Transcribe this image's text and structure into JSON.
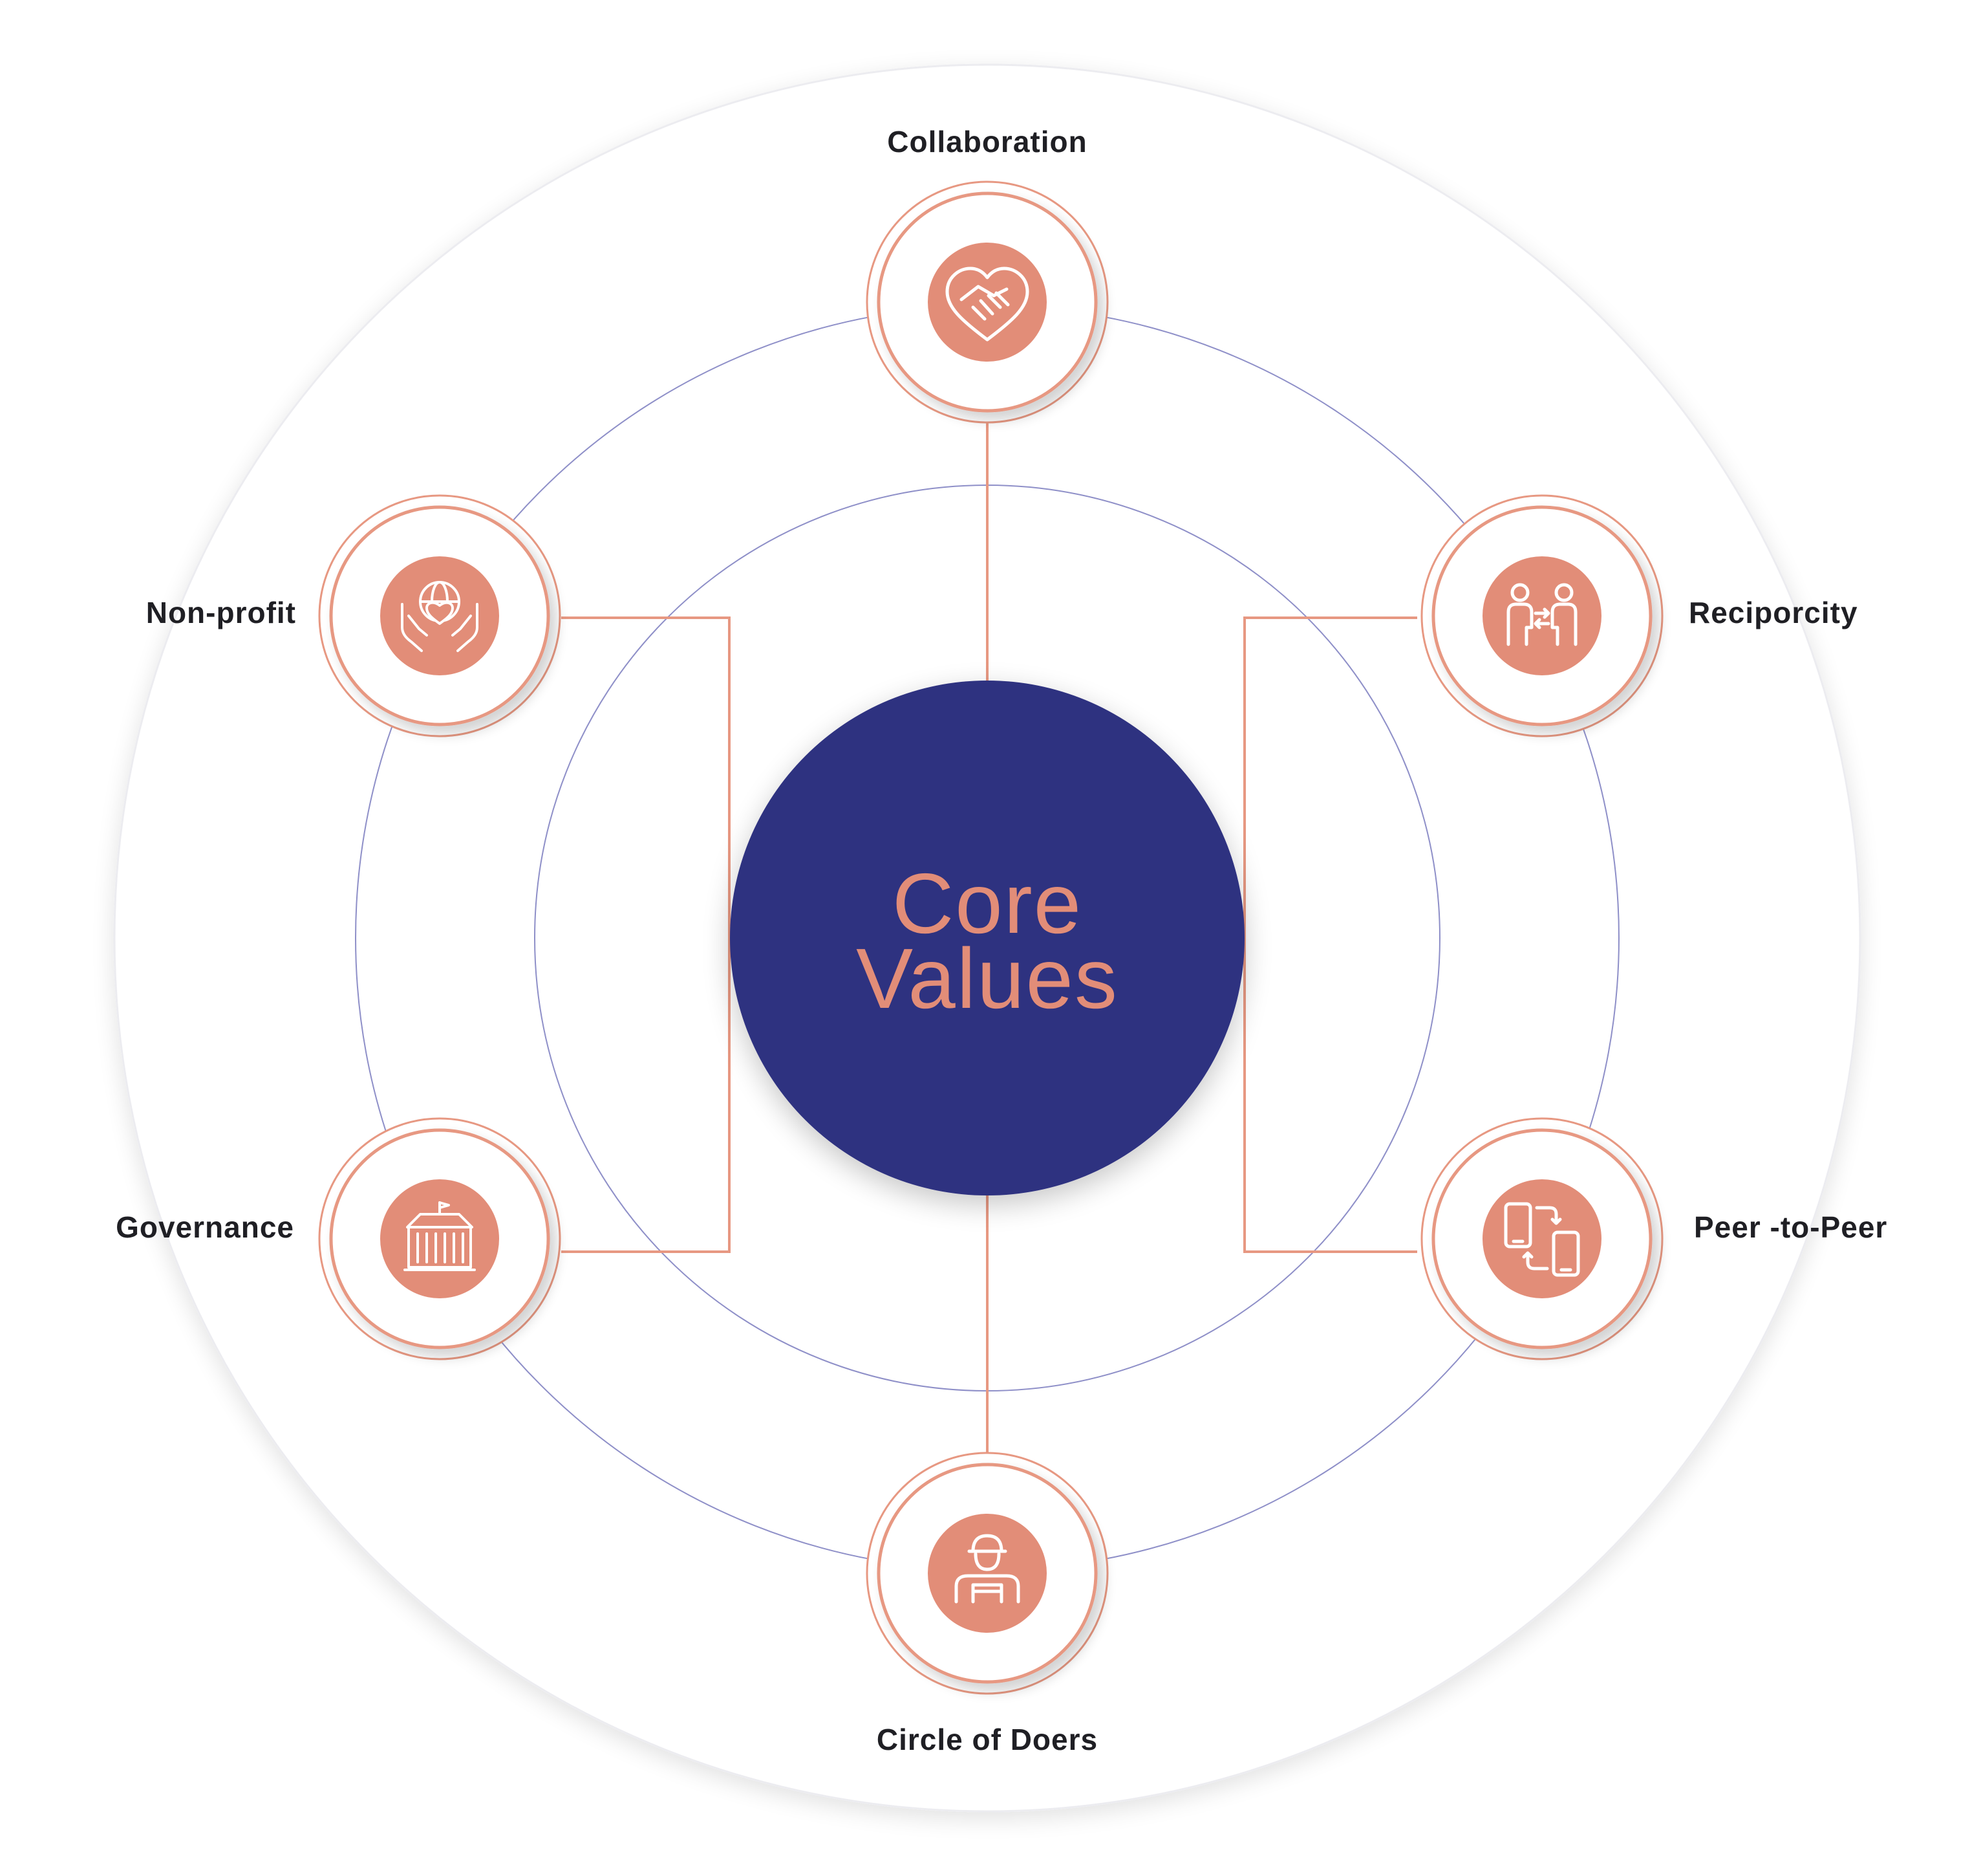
{
  "colors": {
    "navy": "#2E3080",
    "coral": "#E28D78",
    "coral_line": "#E79882",
    "orbit_line": "#8E8FC8",
    "label_text": "#1f1f24"
  },
  "center": {
    "line1": "Core",
    "line2": "Values"
  },
  "nodes": [
    {
      "id": "collaboration",
      "label": "Collaboration",
      "icon": "handshake-heart-icon"
    },
    {
      "id": "reciprocity",
      "label": "Reciporcity",
      "icon": "people-exchange-icon"
    },
    {
      "id": "peer",
      "label": "Peer -to-Peer",
      "icon": "phone-transfer-icon"
    },
    {
      "id": "doers",
      "label": "Circle of Doers",
      "icon": "worker-icon"
    },
    {
      "id": "governance",
      "label": "Governance",
      "icon": "government-building-icon"
    },
    {
      "id": "nonprofit",
      "label": "Non-profit",
      "icon": "hands-globe-heart-icon"
    }
  ]
}
